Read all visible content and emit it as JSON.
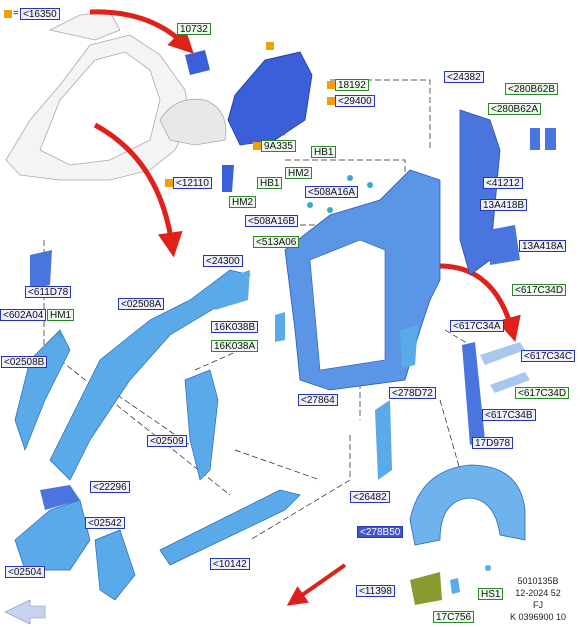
{
  "legend": {
    "prefix": "<",
    "equals": "=",
    "part": "16350"
  },
  "labels": {
    "l10732": "10732",
    "l18192": "18192",
    "l29400": "<29400",
    "l9a335": "9A335",
    "l12110": "<12110",
    "hb1a": "HB1",
    "hm2a": "HM2",
    "l508a16a": "<508A16A",
    "hb1b": "HB1",
    "hm2b": "HM2",
    "l508a16b": "<508A16B",
    "l513a06": "<513A06",
    "l24382": "<24382",
    "l280b62b": "<280B62B",
    "l280b62a": "<280B62A",
    "l41212": "<41212",
    "l13a418b": "13A418B",
    "l13a418a": "13A418A",
    "l617c34d_top": "<617C34D",
    "l611d78": "<611D78",
    "l602a04": "<602A04",
    "hm1": "HM1",
    "l02508b": "<02508B",
    "l02508a": "<02508A",
    "l24300": "<24300",
    "l16k038b": "16K038B",
    "l16k038a": "16K038A",
    "l617c34a": "<617C34A",
    "l617c34c": "<617C34C",
    "l617c34d": "<617C34D",
    "l617c34b": "<617C34B",
    "l27864": "<27864",
    "l278d72": "<278D72",
    "l02509": "<02509",
    "l17d978": "17D978",
    "l22296": "<22296",
    "l26482": "<26482",
    "l278b50": "<278B50",
    "l02542": "<02542",
    "l10142": "<10142",
    "l02504": "<02504",
    "l11398": "<11398",
    "hs1": "HS1",
    "l17c756": "17C756"
  },
  "footer": {
    "code": "5010135B",
    "date": "12-2024 52",
    "variant": "FJ",
    "ref": "K 0396900 10"
  },
  "colors": {
    "part_blue": "#4a7fe0",
    "light_blue": "#5aa9e8",
    "arrow_red": "#e0201a",
    "callout_orange": "#f0a000"
  }
}
